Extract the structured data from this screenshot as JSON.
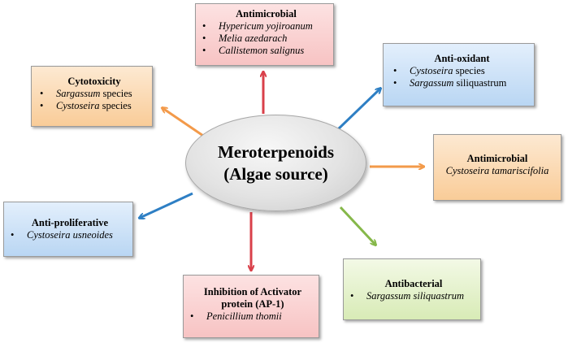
{
  "center": {
    "line1": "Meroterpenoids",
    "line2": "(Algae source)"
  },
  "boxes": {
    "antimicrobial_top": {
      "title": "Antimicrobial",
      "items": [
        "Hypericum yojiroanum",
        "Melia azedarach",
        "Callistemon salignus"
      ]
    },
    "cytotoxicity": {
      "title": "Cytotoxicity",
      "items": [
        {
          "italic": "Sargassum",
          "rest": " species"
        },
        {
          "italic": "Cystoseira",
          "rest": " species"
        }
      ]
    },
    "antioxidant": {
      "title": "Anti-oxidant",
      "items": [
        {
          "italic": "Cystoseira",
          "rest": " species"
        },
        {
          "italic": "Sargassum",
          "rest": " siliquastrum"
        }
      ]
    },
    "antimicrobial_right": {
      "title": "Antimicrobial",
      "text": "Cystoseira tamariscifolia"
    },
    "antiproliferative": {
      "title": "Anti-proliferative",
      "items": [
        "Cystoseira usneoides"
      ]
    },
    "inhibition": {
      "title_line1": "Inhibition  of Activator",
      "title_line2": "protein (AP-1)",
      "items": [
        "Penicillium  thomii"
      ]
    },
    "antibacterial": {
      "title": "Antibacterial",
      "items": [
        "Sargassum siliquastrum"
      ]
    }
  },
  "bullet": "•",
  "colors": {
    "red_arrow": "#d9404a",
    "orange_arrow": "#f39a4a",
    "blue_arrow": "#2e7fc4",
    "green_arrow": "#86b84a"
  }
}
